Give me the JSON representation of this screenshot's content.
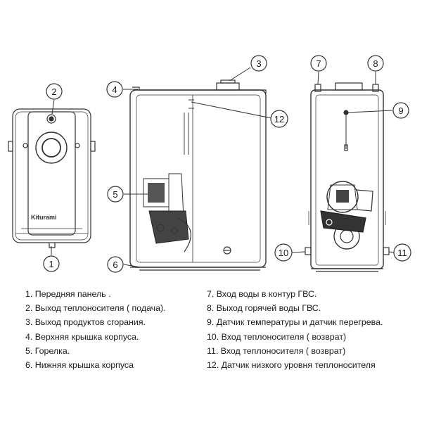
{
  "brand": "Kiturami",
  "callouts": {
    "c1": "1",
    "c2": "2",
    "c3": "3",
    "c4": "4",
    "c5": "5",
    "c6": "6",
    "c7": "7",
    "c8": "8",
    "c9": "9",
    "c10": "10",
    "c11": "11",
    "c12": "12"
  },
  "legend_left": [
    "1.  Передняя панель .",
    "2.  Выход теплоносителя ( подача).",
    "3. Выход продуктов сгорания.",
    "4. Верхняя крышка корпуса.",
    "5. Горелка.",
    "6. Нижняя крышка корпуса"
  ],
  "legend_right": [
    "7.  Вход воды в контур ГВС.",
    "8.  Выход горячей воды ГВС.",
    "9. Датчик температуры и датчик перегрева.",
    "10. Вход теплоносителя ( возврат)",
    "11. Вход теплоносителя ( возврат)",
    "12. Датчик низкого уровня теплоносителя"
  ]
}
